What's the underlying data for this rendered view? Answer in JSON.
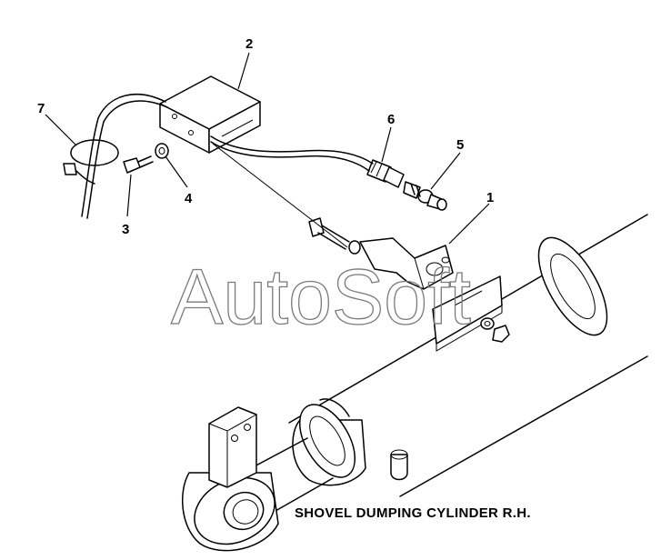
{
  "callouts": {
    "c1": "1",
    "c2": "2",
    "c3": "3",
    "c4": "4",
    "c5": "5",
    "c6": "6",
    "c7": "7"
  },
  "caption": "SHOVEL DUMPING CYLINDER R.H.",
  "watermark": "AutoSoft"
}
